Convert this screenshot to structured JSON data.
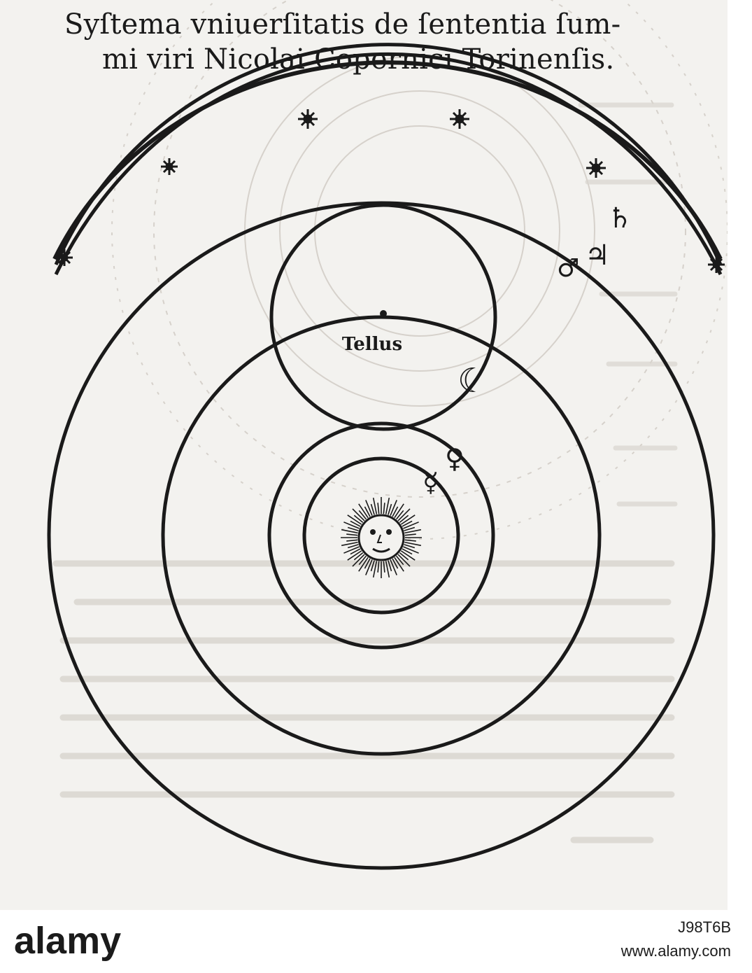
{
  "caption": {
    "line1": "Syſtema vniuerſitatis de ſententia ſum-",
    "line2": "mi viri Nicolai Copernici Torinenſis."
  },
  "diagram": {
    "earth_label": "Tellus",
    "symbols": {
      "saturn": "♄",
      "jupiter": "♃",
      "mars": "♂",
      "moon": "☾",
      "venus": "♀",
      "mercury": "☿"
    }
  },
  "footer": {
    "brand": "alamy",
    "image_id": "J98T6B",
    "stock_url": "www.alamy.com"
  },
  "colors": {
    "ink": "#1a1a1a",
    "paper": "#f3f2ef",
    "bleed": "#cfcac3"
  }
}
